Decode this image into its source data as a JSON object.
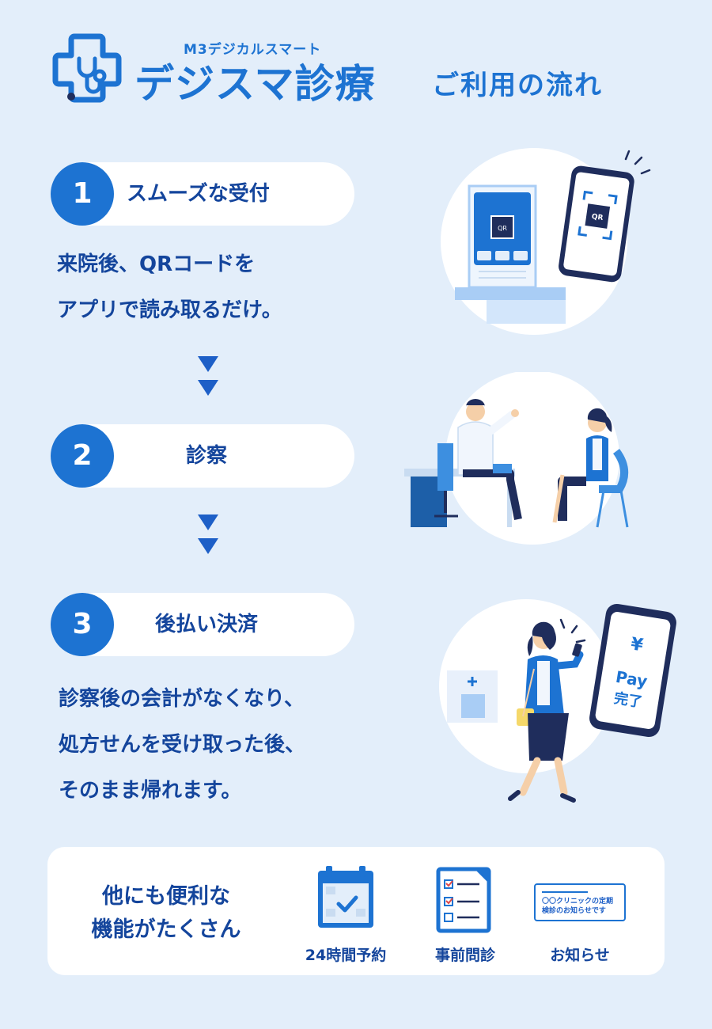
{
  "header": {
    "logo_sub": "M3デジカルスマート",
    "logo_main": "デジスマ診療",
    "flow_title": "ご利用の流れ"
  },
  "steps": [
    {
      "number": "1",
      "title": "スムーズな受付",
      "desc_lines": [
        "来院後、QRコードを",
        "アプリで読み取るだけ。"
      ]
    },
    {
      "number": "2",
      "title": "診察"
    },
    {
      "number": "3",
      "title": "後払い決済",
      "desc_lines": [
        "診察後の会計がなくなり、",
        "処方せんを受け取った後、",
        "そのまま帰れます。"
      ]
    }
  ],
  "illustrations": {
    "qr_label": "QR",
    "pay_currency": "¥",
    "pay_label": "Pay",
    "pay_complete": "完了"
  },
  "features": {
    "title_lines": [
      "他にも便利な",
      "機能がたくさん"
    ],
    "items": [
      {
        "label": "24時間予約",
        "icon": "calendar-icon"
      },
      {
        "label": "事前問診",
        "icon": "checklist-icon"
      },
      {
        "label": "お知らせ",
        "icon": "notice-card-icon",
        "icon_text": [
          "〇〇クリニックの定期",
          "検診のお知らせです"
        ]
      }
    ]
  },
  "colors": {
    "background": "#e3eefa",
    "primary": "#1d73d2",
    "navy": "#14459c",
    "dark_navy": "#1f2d5c"
  }
}
